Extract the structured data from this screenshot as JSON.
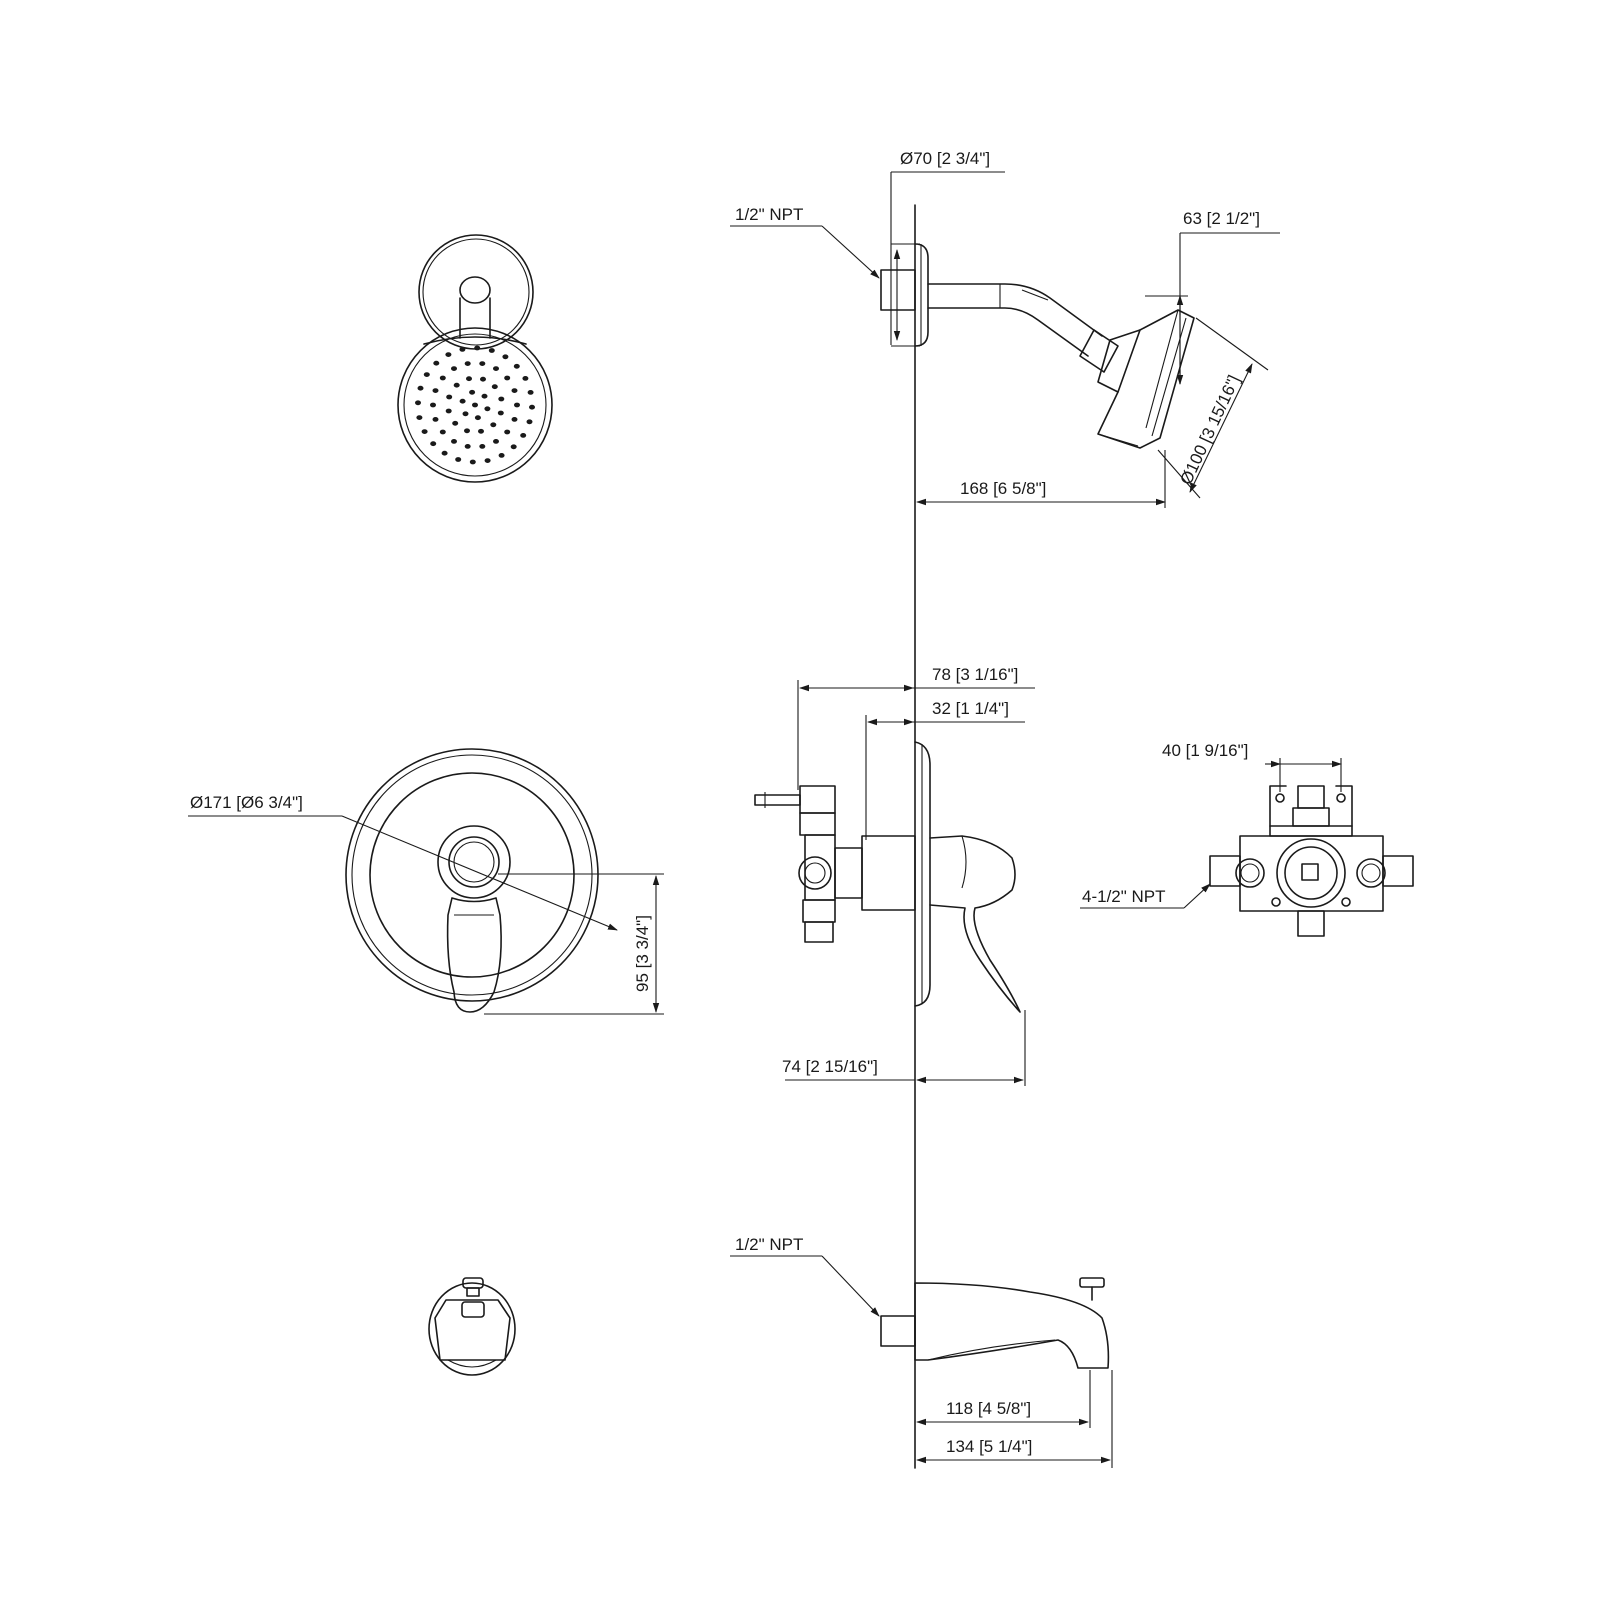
{
  "dimensions": {
    "flange_diameter": "Ø70 [2 3/4\"]",
    "arm_npt": "1/2\" NPT",
    "head_depth": "63 [2 1/2\"]",
    "head_diameter": "Ø100 [3 15/16\"]",
    "arm_reach": "168 [6 5/8\"]",
    "valve_depth_total": "78 [3 1/16\"]",
    "valve_depth_inner": "32 [1 1/4\"]",
    "trim_diameter": "Ø171 [Ø6 3/4\"]",
    "handle_drop": "95 [3 3/4\"]",
    "handle_projection": "74 [2 15/16\"]",
    "valve_port_spacing": "40 [1 9/16\"]",
    "valve_ports_npt": "4-1/2\" NPT",
    "spout_npt": "1/2\" NPT",
    "spout_reach": "118 [4 5/8\"]",
    "spout_total": "134 [5 1/4\"]"
  }
}
